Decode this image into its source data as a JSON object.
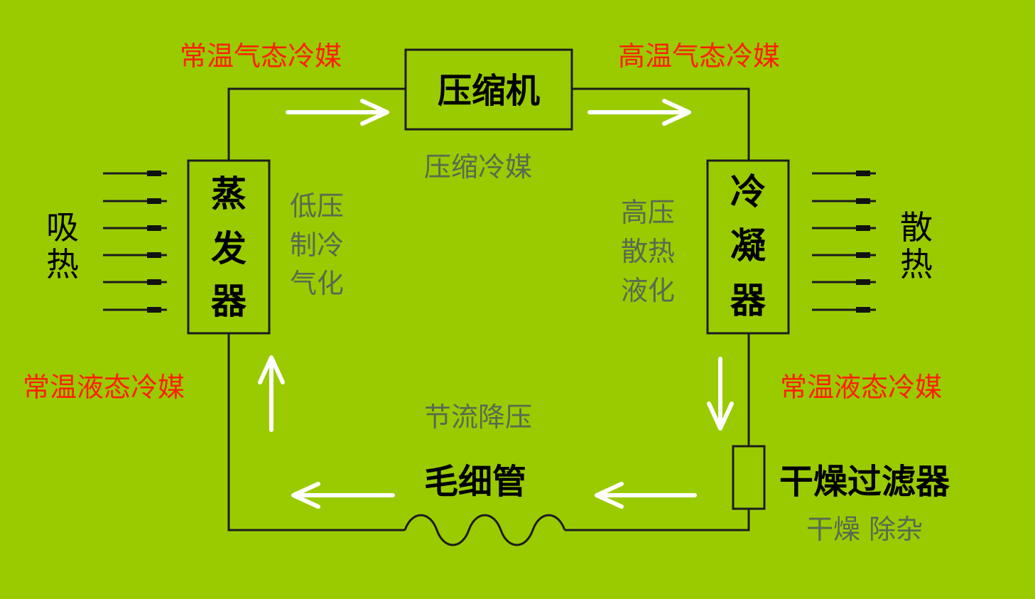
{
  "components": {
    "compressor": "压缩机",
    "evaporator": [
      "蒸",
      "发",
      "器"
    ],
    "condenser": [
      "冷",
      "凝",
      "器"
    ],
    "filter_drier": "干燥过滤器",
    "capillary": "毛细管"
  },
  "states": {
    "evaporator_out": "常温气态冷媒",
    "compressor_out": "高温气态冷媒",
    "condenser_out": "常温液态冷媒",
    "evaporator_in": "常温液态冷媒"
  },
  "functions": {
    "compressor": "压缩冷媒",
    "evaporator": [
      "低压",
      "制冷",
      "气化"
    ],
    "condenser": [
      "高压",
      "散热",
      "液化"
    ],
    "capillary": "节流降压",
    "filter_drier": "干燥 除杂"
  },
  "heat": {
    "absorb": [
      "吸",
      "热"
    ],
    "release": [
      "散",
      "热"
    ]
  }
}
